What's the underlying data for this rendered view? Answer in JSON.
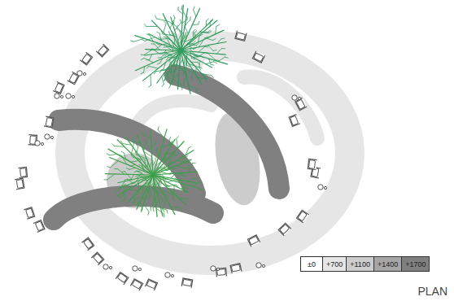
{
  "diagram": {
    "labels": [
      "PLAN"
    ],
    "legend": [
      {
        "text": "±0",
        "color": "#ffffff"
      },
      {
        "text": "+700",
        "color": "#e6e6e6"
      },
      {
        "text": "+1100",
        "color": "#cccccc"
      },
      {
        "text": "+1400",
        "color": "#a6a6a6"
      },
      {
        "text": "+1700",
        "color": "#808080"
      }
    ]
  }
}
